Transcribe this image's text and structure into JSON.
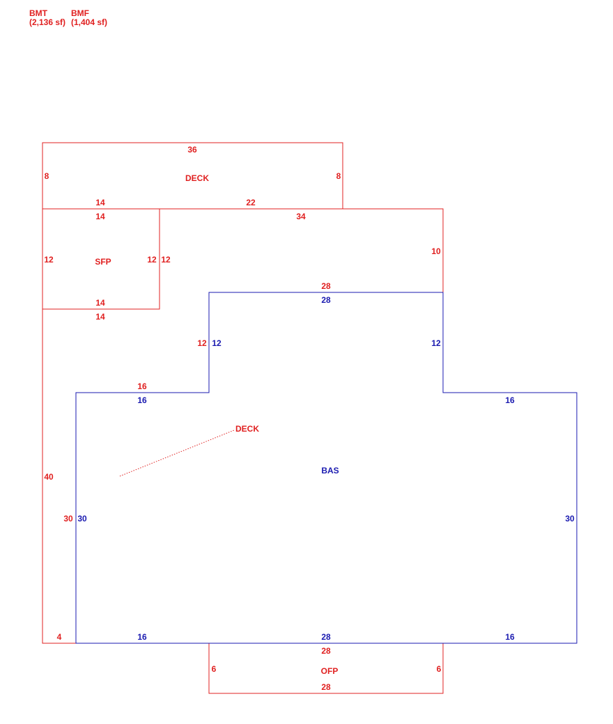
{
  "colors": {
    "red": "#e02020",
    "blue": "#1a1ab0"
  },
  "legend": [
    {
      "code": "BMT",
      "area": "(2,136 sf)"
    },
    {
      "code": "BMF",
      "area": "(1,404 sf)"
    }
  ],
  "areas": {
    "deck_top": "DECK",
    "sfp": "SFP",
    "deck_lower": "DECK",
    "bas": "BAS",
    "ofp": "OFP"
  },
  "dims": {
    "deck_top_width": "36",
    "deck_left": "8",
    "deck_right": "8",
    "deck_bottom_left": "14",
    "deck_bottom_right": "22",
    "sfp_top": "14",
    "upper_top": "34",
    "sfp_left": "12",
    "sfp_right_outer": "12",
    "sfp_right_inner": "12",
    "upper_right": "10",
    "bump_top_red": "28",
    "bump_top_blue": "28",
    "sfp_bottom": "14",
    "deck_below_sfp": "14",
    "bump_left_red": "12",
    "bump_left_blue": "12",
    "bump_right_blue": "12",
    "left_ledge_red": "16",
    "left_ledge_blue": "16",
    "right_ledge_blue": "16",
    "deck_left_height": "40",
    "bas_left_red": "30",
    "bas_left_blue": "30",
    "bas_right": "30",
    "bottom_ledge": "4",
    "bas_bottom_left": "16",
    "bas_bottom_mid": "28",
    "bas_bottom_right": "16",
    "ofp_top": "28",
    "ofp_left": "6",
    "ofp_right": "6",
    "ofp_bottom": "28"
  }
}
